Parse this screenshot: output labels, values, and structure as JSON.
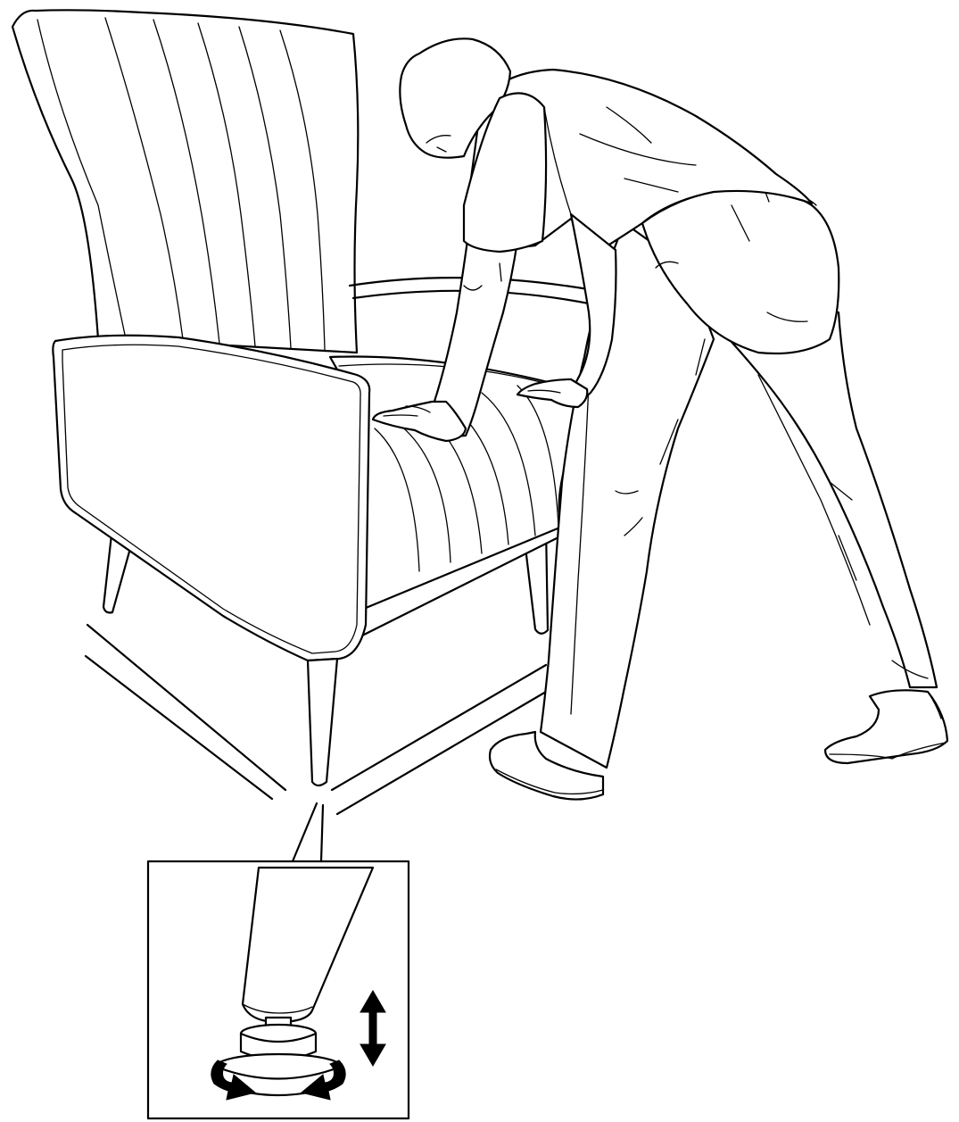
{
  "figure": {
    "icons": [
      "armchair-illustration",
      "person-leaning-on-seat",
      "leg-detail-callout",
      "adjustable-glide-foot",
      "rotate-arrows-icon",
      "up-down-arrow-icon"
    ],
    "colors": {
      "ink": "#000000",
      "background": "#ffffff"
    }
  }
}
